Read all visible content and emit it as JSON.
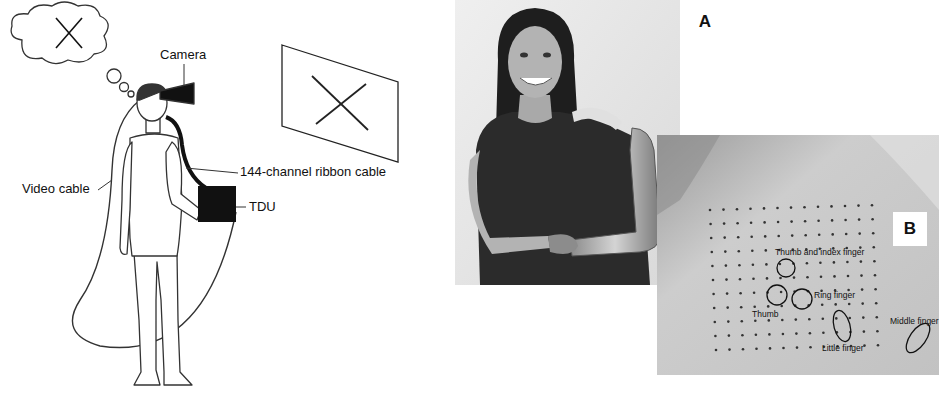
{
  "diagram": {
    "nodes": [
      {
        "text": [
          "A"
        ]
      },
      {
        "text": [
          "B"
        ]
      }
    ],
    "labels": [
      "Camera",
      "Video cable",
      "144-channel ribbon cable",
      "TDU",
      "Thumb and index finger",
      "Ring finger",
      "Thumb",
      "Little finger",
      "Middle finger"
    ]
  }
}
